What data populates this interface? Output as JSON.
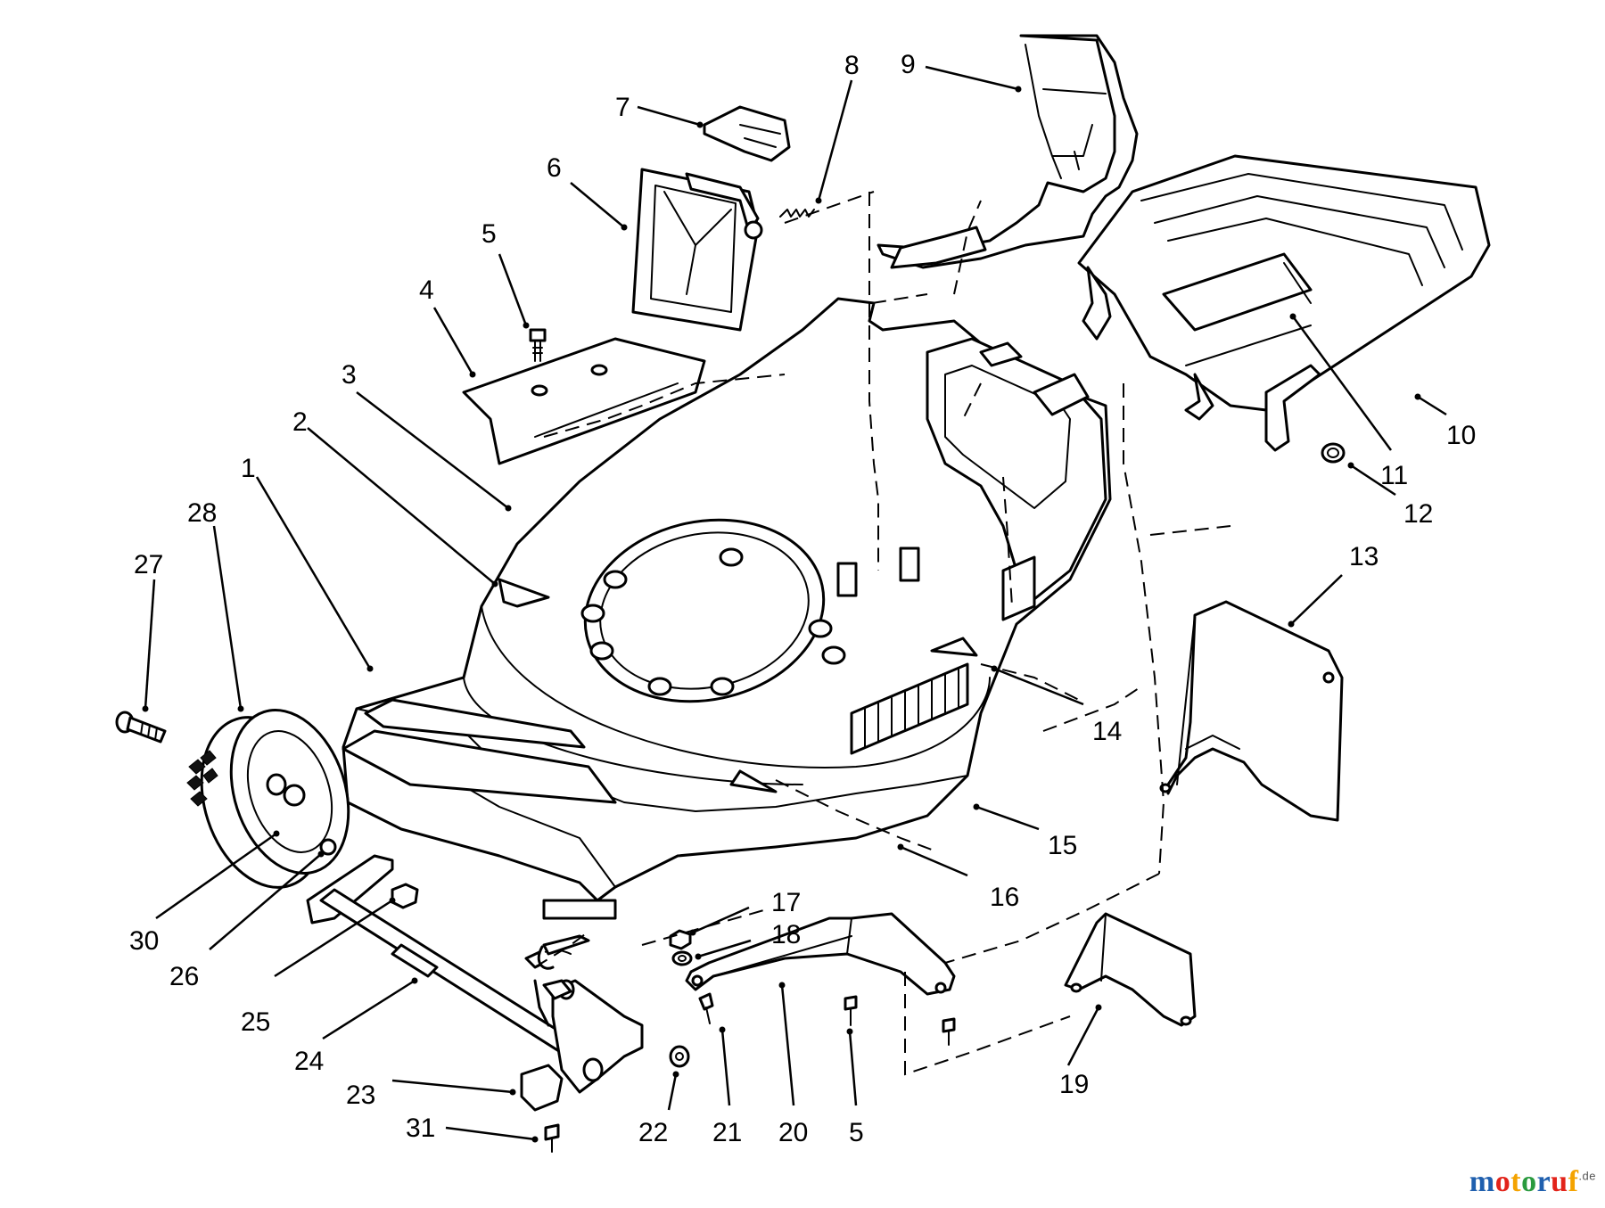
{
  "callouts": [
    "1",
    "2",
    "3",
    "4",
    "5",
    "6",
    "7",
    "8",
    "9",
    "10",
    "11",
    "12",
    "13",
    "14",
    "15",
    "16",
    "17",
    "18",
    "19",
    "20",
    "21",
    "5",
    "22",
    "23",
    "24",
    "25",
    "26",
    "27",
    "28",
    "30",
    "31"
  ],
  "watermark": {
    "letters": [
      "m",
      "o",
      "t",
      "o",
      "r",
      "u",
      "f"
    ],
    "letter_colors": [
      "#1f5fae",
      "#e2231a",
      "#f4a300",
      "#2a9a3e",
      "#1f5fae",
      "#e2231a",
      "#f4a300"
    ],
    "suffix": ".de"
  }
}
